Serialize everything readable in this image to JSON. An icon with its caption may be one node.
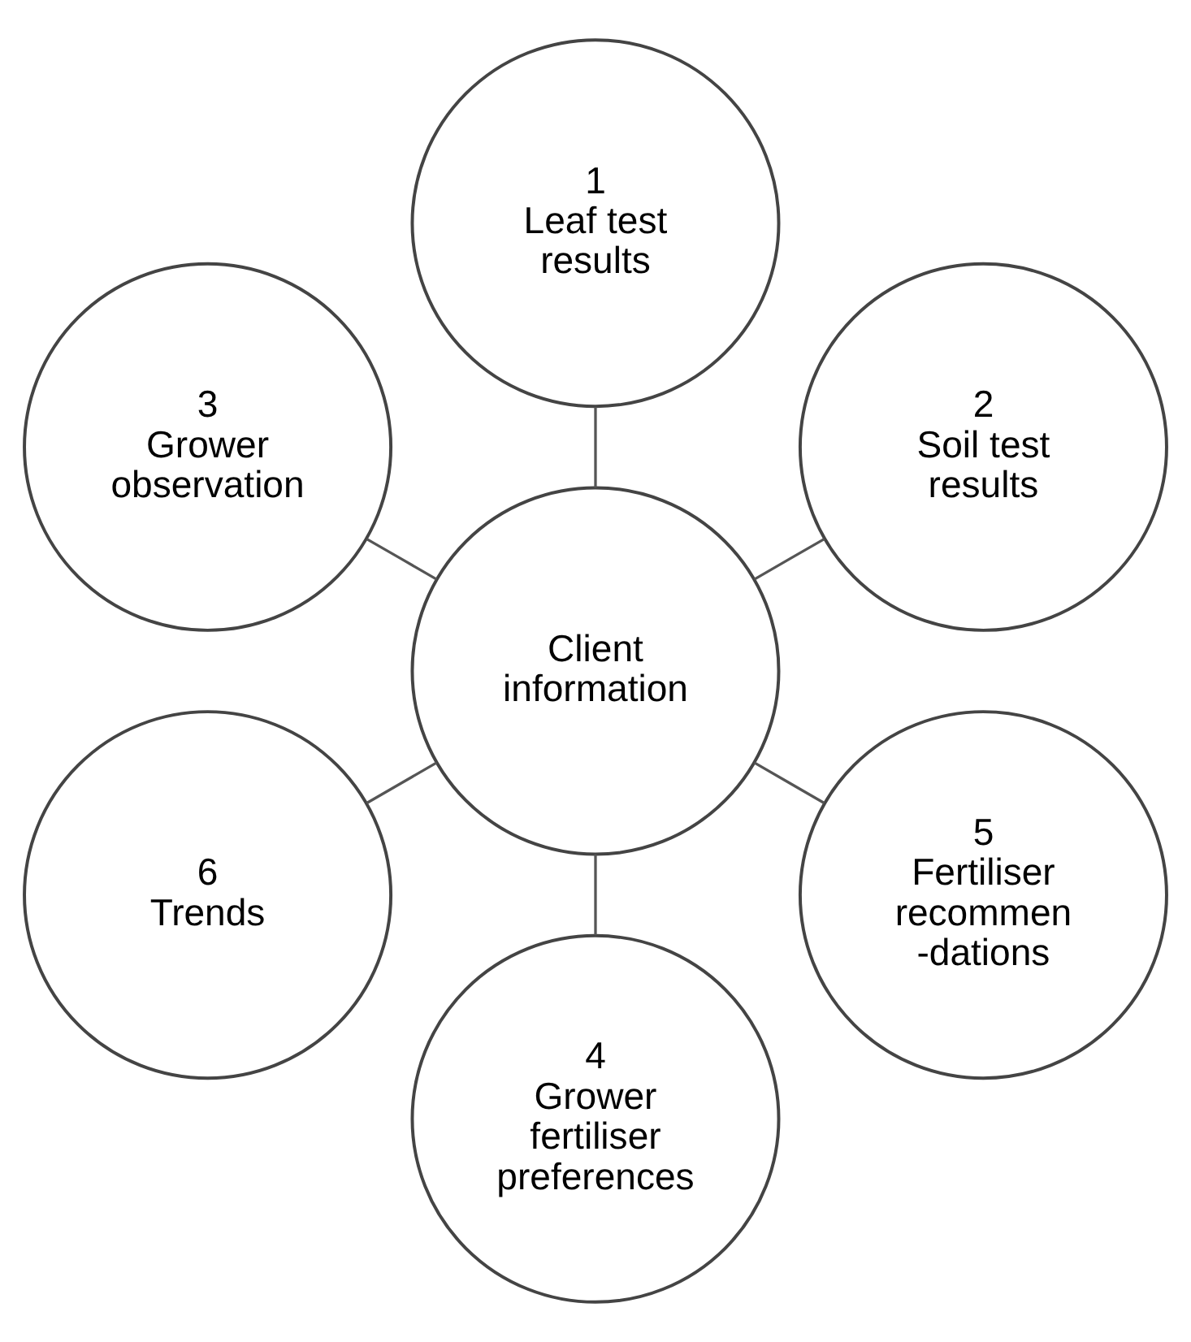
{
  "diagram": {
    "nodes": [
      {
        "text": [
          "2",
          "Soil test results"
        ]
      },
      {
        "text": [
          "1",
          "Leaf test results"
        ]
      },
      {
        "text": [
          "3",
          "Grower observation"
        ]
      },
      {
        "text": [
          "Client information"
        ]
      },
      {
        "text": [
          "6",
          "Trends"
        ]
      },
      {
        "text": [
          "4",
          "Grower fertiliser preferences"
        ]
      },
      {
        "text": [
          "5",
          "Fertiliser recommen -dations"
        ]
      }
    ],
    "edges": [
      {
        "from": 3,
        "to": 0,
        "arrow": "none"
      },
      {
        "from": 3,
        "to": 1,
        "arrow": "none"
      },
      {
        "from": 3,
        "to": 2,
        "arrow": "none"
      },
      {
        "from": 3,
        "to": 4,
        "arrow": "none"
      },
      {
        "from": 3,
        "to": 5,
        "arrow": "none"
      },
      {
        "from": 3,
        "to": 6,
        "arrow": "none"
      }
    ]
  }
}
